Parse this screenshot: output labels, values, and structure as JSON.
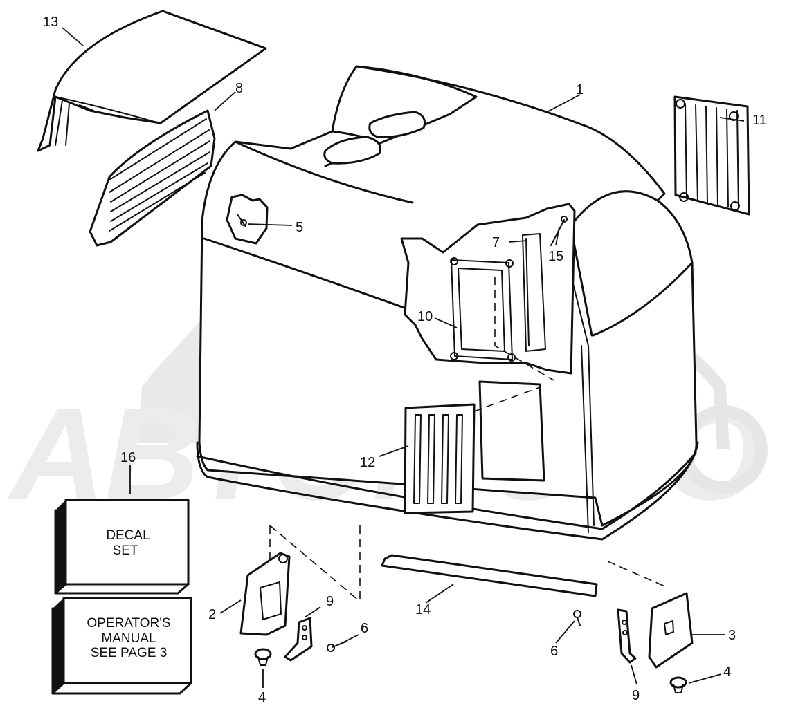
{
  "callouts": {
    "c1": "1",
    "c2": "2",
    "c3": "3",
    "c4a": "4",
    "c4b": "4",
    "c5": "5",
    "c6a": "6",
    "c6b": "6",
    "c7": "7",
    "c8": "8",
    "c9a": "9",
    "c9b": "9",
    "c10": "10",
    "c11": "11",
    "c12": "12",
    "c13": "13",
    "c14": "14",
    "c15": "15",
    "c16": "16"
  },
  "boxes": {
    "decal": {
      "line1": "DECAL",
      "line2": "SET"
    },
    "manual": {
      "line1": "OPERATOR'S",
      "line2": "MANUAL",
      "line3": "SEE PAGE 3"
    }
  },
  "watermark": "АВТОМОТО"
}
